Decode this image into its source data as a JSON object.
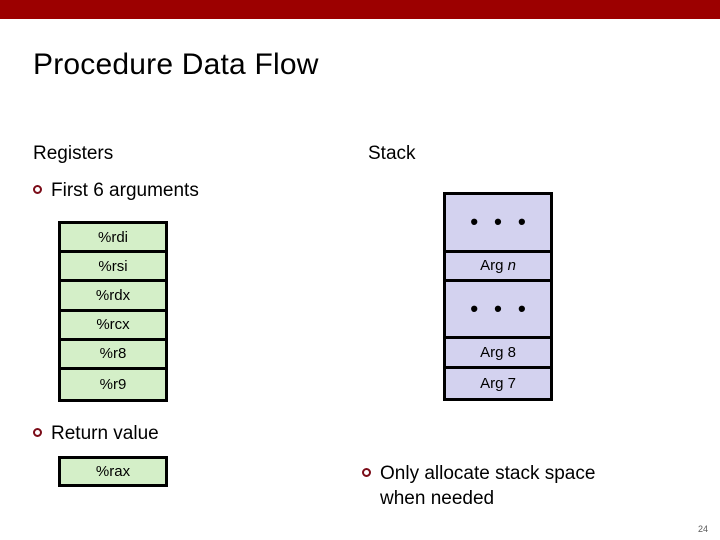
{
  "theme": {
    "band_color": "#9c0000",
    "bullet_color": "#7b0c18",
    "register_fill": "#d4efc8",
    "stack_fill": "#d3d2ef",
    "border_color": "#000000",
    "background": "#ffffff",
    "text_color": "#000000"
  },
  "slide": {
    "title": "Procedure Data Flow",
    "page_number": "24"
  },
  "registers": {
    "heading": "Registers",
    "bullet_first_six": "First 6 arguments",
    "bullet_return_value": "Return value",
    "argument_registers": [
      {
        "label": "%rdi"
      },
      {
        "label": "%rsi"
      },
      {
        "label": "%rdx"
      },
      {
        "label": "%rcx"
      },
      {
        "label": "%r8"
      },
      {
        "label": "%r9"
      }
    ],
    "return_register": {
      "label": "%rax"
    }
  },
  "stack": {
    "heading": "Stack",
    "bullet_note_line1": "Only allocate stack space",
    "bullet_note_line2": "when needed",
    "bullet_note": "Only allocate stack space\nwhen needed",
    "cells": [
      {
        "label": "• • •",
        "kind": "ellipsis"
      },
      {
        "label": "Arg",
        "emphasis": "n",
        "kind": "arg"
      },
      {
        "label": "• • •",
        "kind": "ellipsis"
      },
      {
        "label": "Arg 8",
        "kind": "arg"
      },
      {
        "label": "Arg 7",
        "kind": "arg"
      }
    ]
  }
}
